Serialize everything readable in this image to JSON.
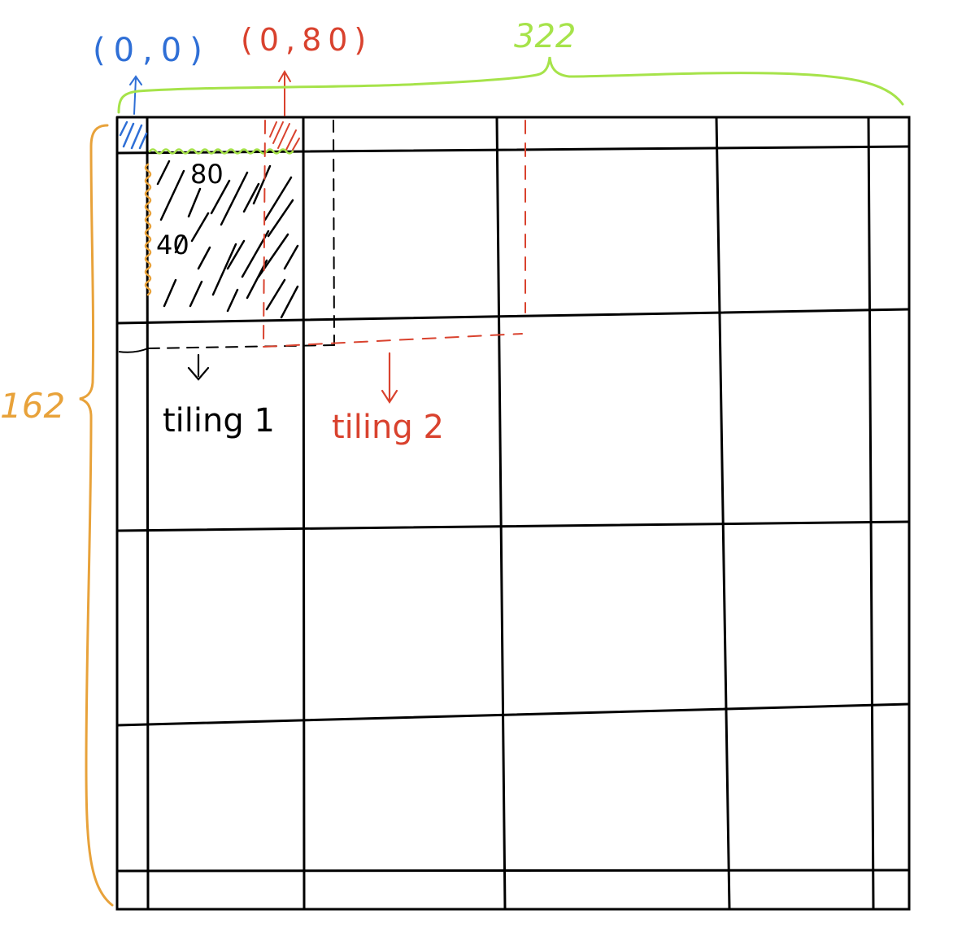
{
  "origin_label": "(0,0)",
  "offset_label": "(0,80)",
  "width_label": "322",
  "height_label": "162",
  "tile_width_label": "80",
  "tile_height_label": "40",
  "tiling1_label": "tiling 1",
  "tiling2_label": "tiling 2",
  "colors": {
    "grid": "#000000",
    "blue": "#2f6fd6",
    "red": "#d9422e",
    "green": "#a6e34a",
    "orange": "#e8a23a"
  }
}
